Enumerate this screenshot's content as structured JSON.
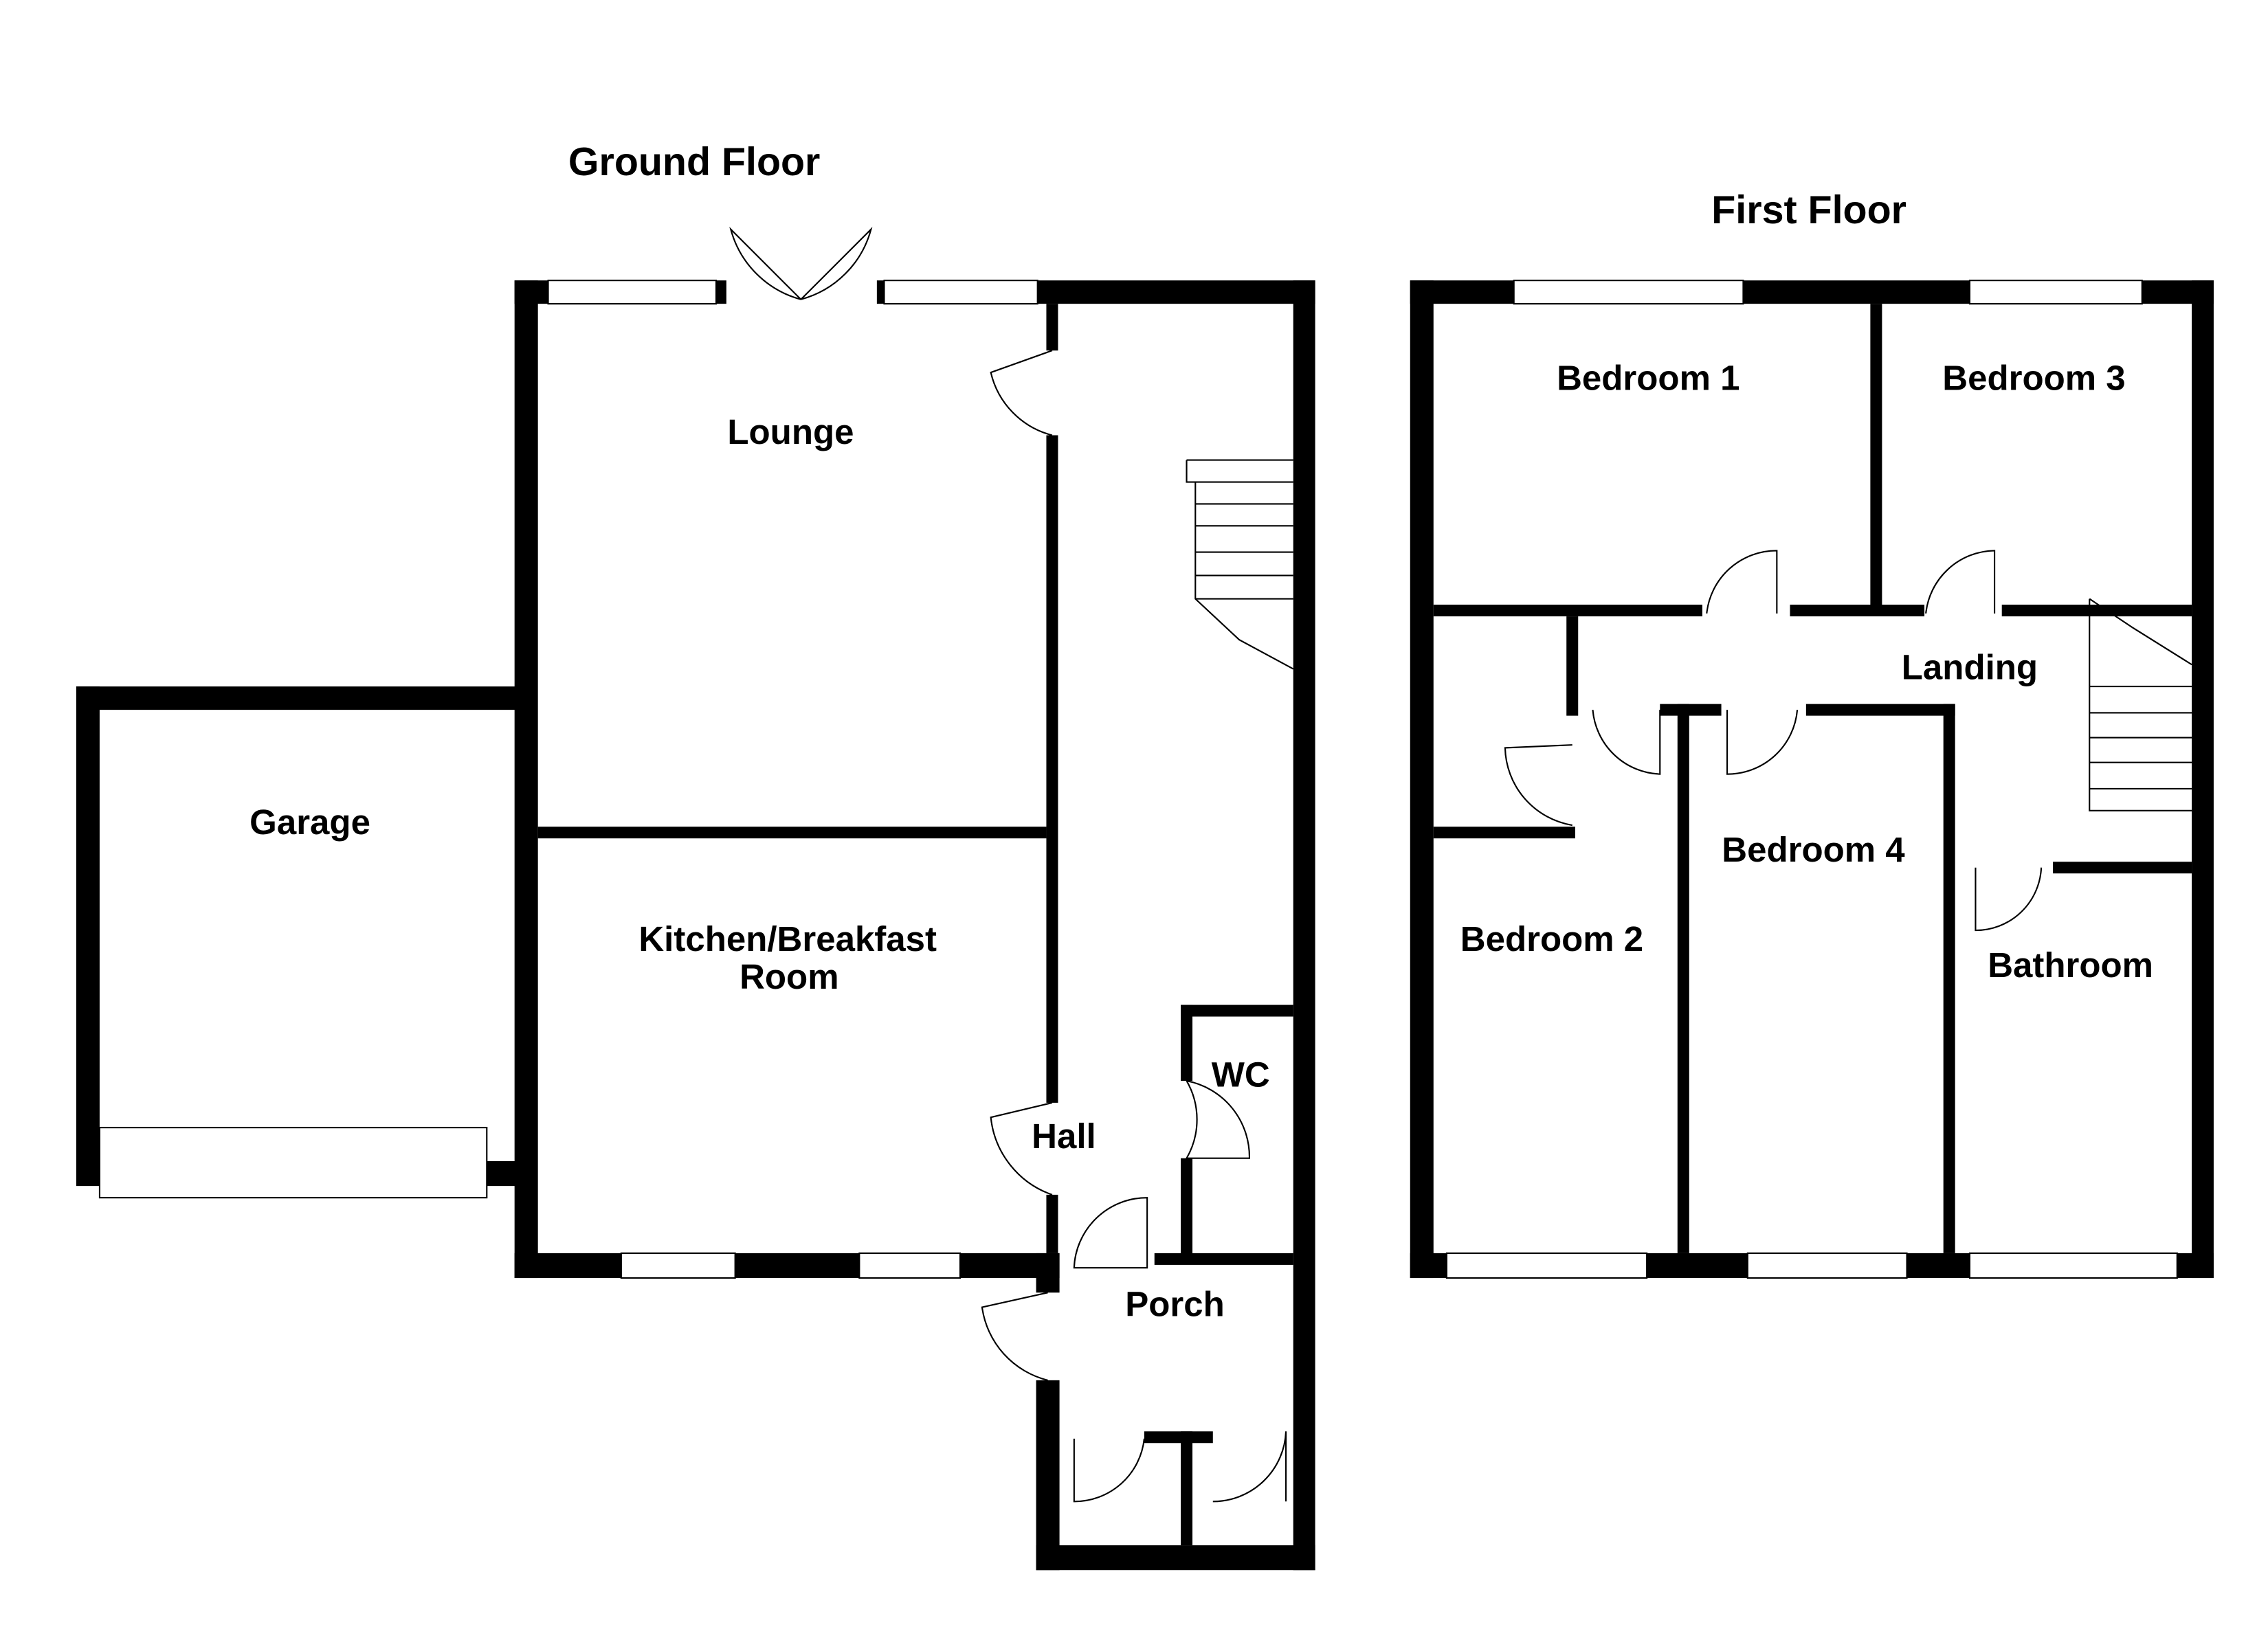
{
  "ground_floor": {
    "title": "Ground Floor",
    "rooms": {
      "lounge": "Lounge",
      "kitchen_line1": "Kitchen/Breakfast",
      "kitchen_line2": "Room",
      "garage": "Garage",
      "hall": "Hall",
      "wc": "WC",
      "porch": "Porch"
    }
  },
  "first_floor": {
    "title": "First Floor",
    "rooms": {
      "bedroom1": "Bedroom 1",
      "bedroom2": "Bedroom 2",
      "bedroom3": "Bedroom 3",
      "bedroom4": "Bedroom 4",
      "landing": "Landing",
      "bathroom": "Bathroom"
    }
  }
}
